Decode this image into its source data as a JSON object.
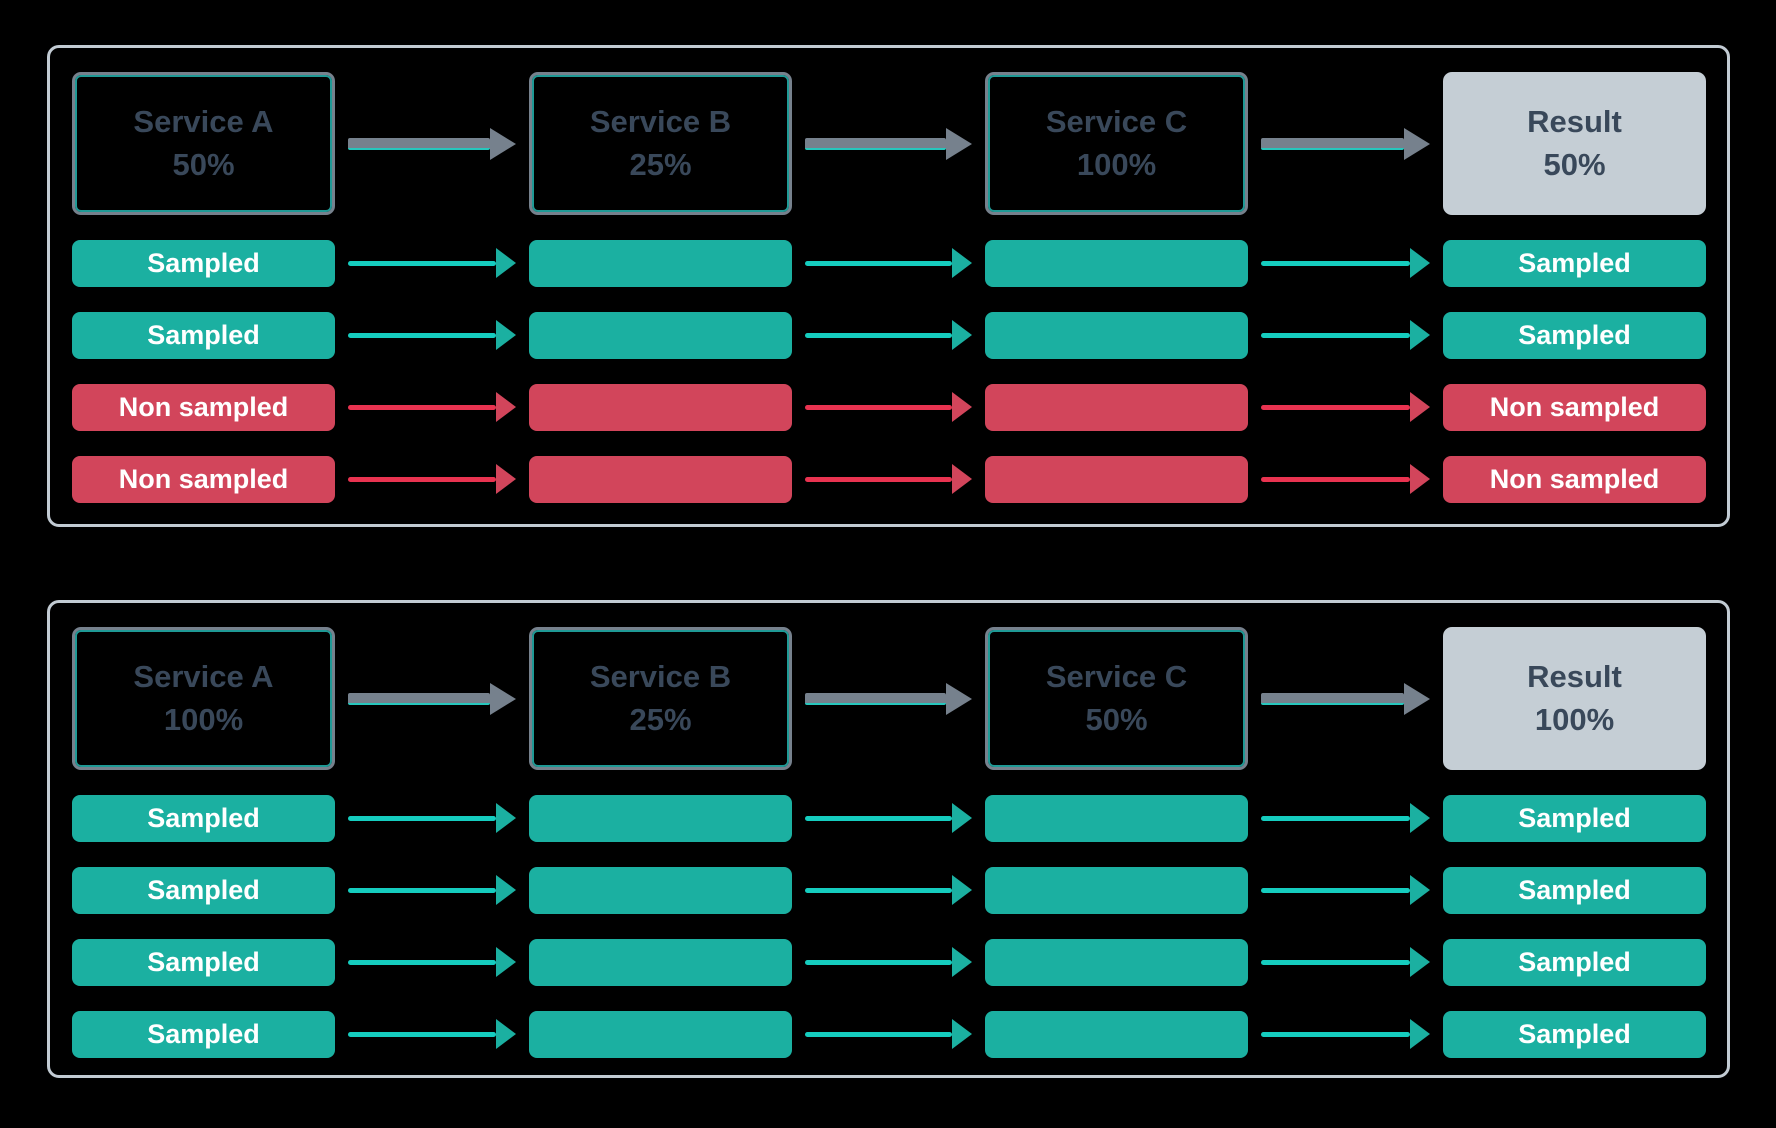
{
  "colors": {
    "background": "#000000",
    "panel_border": "#C2CBD3",
    "service_box_border": "#76818D",
    "service_box_inner_accent": "#25B5B0",
    "service_text": "#39485A",
    "result_fill": "#C5CED5",
    "sampled_teal": "#1BB0A1",
    "teal_arrow_shaft": "#15CDBF",
    "non_sampled_red": "#D2455B",
    "red_arrow_shaft": "#E93350",
    "gray_arrow": "#76818D",
    "pill_text": "#FFFFFF"
  },
  "panels": [
    {
      "boxes": [
        {
          "label": "Service A",
          "rate": "50%"
        },
        {
          "label": "Service B",
          "rate": "25%"
        },
        {
          "label": "Service C",
          "rate": "100%"
        },
        {
          "label": "Result",
          "rate": "50%"
        }
      ],
      "rows": [
        {
          "label": "Sampled",
          "status": "sampled"
        },
        {
          "label": "Sampled",
          "status": "sampled"
        },
        {
          "label": "Non sampled",
          "status": "non-sampled"
        },
        {
          "label": "Non sampled",
          "status": "non-sampled"
        }
      ]
    },
    {
      "boxes": [
        {
          "label": "Service A",
          "rate": "100%"
        },
        {
          "label": "Service B",
          "rate": "25%"
        },
        {
          "label": "Service C",
          "rate": "50%"
        },
        {
          "label": "Result",
          "rate": "100%"
        }
      ],
      "rows": [
        {
          "label": "Sampled",
          "status": "sampled"
        },
        {
          "label": "Sampled",
          "status": "sampled"
        },
        {
          "label": "Sampled",
          "status": "sampled"
        },
        {
          "label": "Sampled",
          "status": "sampled"
        }
      ]
    }
  ]
}
